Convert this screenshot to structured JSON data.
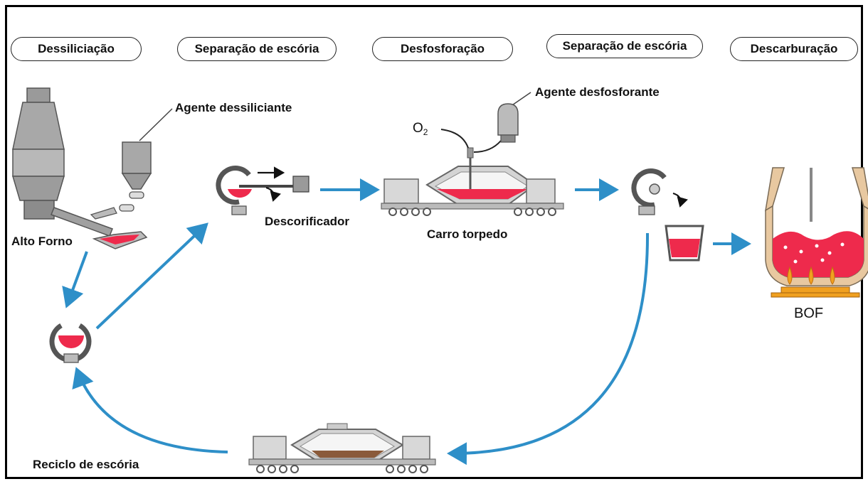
{
  "stages": [
    {
      "label": "Dessiliciação"
    },
    {
      "label": "Separação de escória"
    },
    {
      "label": "Desfosforação"
    },
    {
      "label": "Separação de escória"
    },
    {
      "label": "Descarburação"
    }
  ],
  "labels": {
    "blast_furnace": "Alto Forno",
    "desilicating_agent": "Agente dessiliciante",
    "deslagger": "Descorificador",
    "dephosphorizing_agent": "Agente desfosforante",
    "oxygen": "O",
    "oxygen_sub": "2",
    "torpedo_car": "Carro torpedo",
    "bof": "BOF",
    "slag_recycle": "Reciclo de escória"
  },
  "colors": {
    "arrow": "#2e8fc8",
    "hot_metal": "#ee2a4c",
    "equipment_fill": "#d4d4d4",
    "equipment_stroke": "#5a5a5a",
    "refractory": "#e8c8a0",
    "burner": "#f0a020",
    "slag": "#8a5a3a"
  }
}
